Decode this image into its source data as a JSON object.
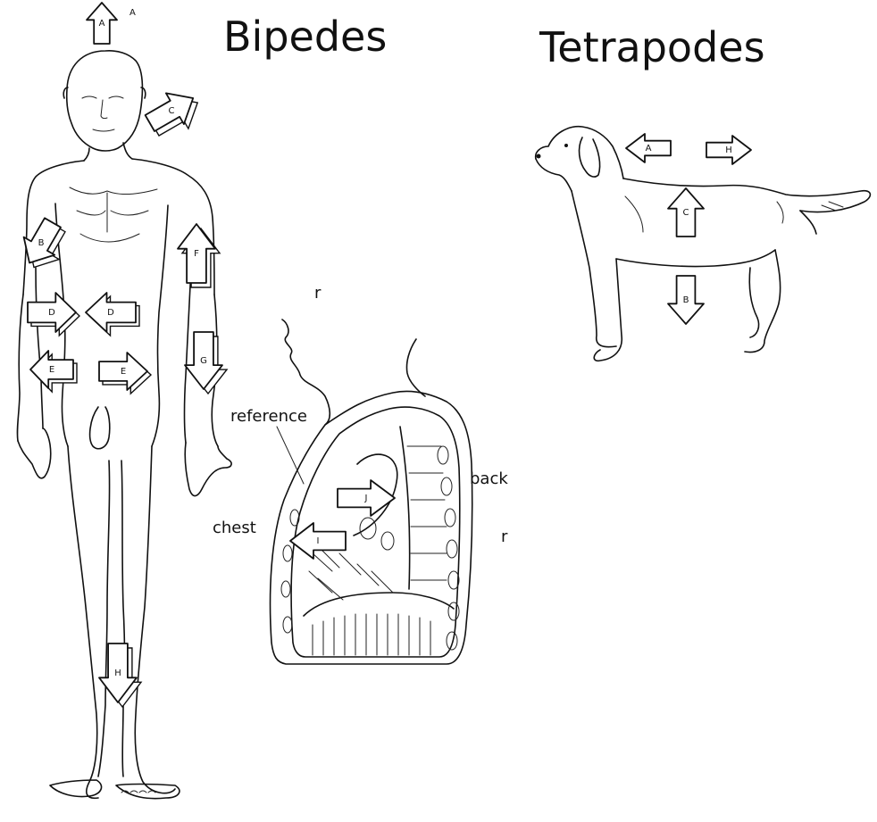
{
  "titles": {
    "bipedes": "Bipedes",
    "tetrapodes": "Tetrapodes"
  },
  "labels": {
    "reference": "reference",
    "chest": "chest",
    "back": "back",
    "r_upper": "r",
    "r_lower": "r"
  },
  "arrows": {
    "human_A": "A",
    "human_A_small": "A",
    "human_C": "C",
    "human_B": "B",
    "human_F": "F",
    "human_D_left": "D",
    "human_D_right": "D",
    "human_E_left": "E",
    "human_E_right": "E",
    "human_G": "G",
    "human_H": "H",
    "thorax_I": "I",
    "thorax_J": "J",
    "dog_A": "A",
    "dog_H": "H",
    "dog_C": "C",
    "dog_B": "B"
  }
}
